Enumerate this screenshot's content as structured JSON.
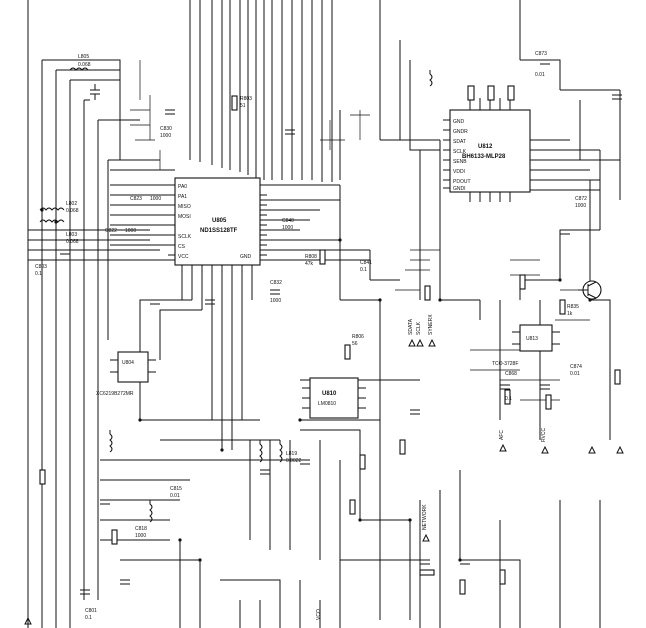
{
  "chips": {
    "u805": {
      "ref": "U805",
      "part": "ND1SS128TF"
    },
    "u812": {
      "ref": "U812",
      "part": "BH6133-MLP28"
    },
    "u810": {
      "ref": "U810",
      "part": "LM0810"
    },
    "u804": {
      "ref": "U804",
      "part": "XC6219B272MR"
    },
    "u813": {
      "ref": "U813",
      "part": "TCO-3728F"
    }
  },
  "pins_u805": [
    "PA0",
    "PA1",
    "MISO",
    "MOSI",
    "SCLK",
    "CS",
    "VCC",
    "GND"
  ],
  "pins_u812": [
    "GND",
    "GNDR",
    "SDAT",
    "SCLK",
    "SENB",
    "VDDI",
    "PDOUT",
    "GNDI"
  ],
  "passives": [
    {
      "ref": "C823",
      "value": "1000"
    },
    {
      "ref": "C822",
      "value": "1000"
    },
    {
      "ref": "C803",
      "value": "0.1"
    },
    {
      "ref": "C830",
      "value": "1000"
    },
    {
      "ref": "C832",
      "value": "1000"
    },
    {
      "ref": "C840",
      "value": "1000"
    },
    {
      "ref": "C841",
      "value": "0.1"
    },
    {
      "ref": "C815",
      "value": "0.01"
    },
    {
      "ref": "C818",
      "value": "1000"
    },
    {
      "ref": "C801",
      "value": "0.1"
    },
    {
      "ref": "C872",
      "value": "1000"
    },
    {
      "ref": "C873",
      "value": "0.01"
    },
    {
      "ref": "C868",
      "value": "0.1"
    },
    {
      "ref": "C874",
      "value": "0.01"
    },
    {
      "ref": "R803",
      "value": "51"
    },
    {
      "ref": "R806",
      "value": "56"
    },
    {
      "ref": "R808",
      "value": "47k"
    },
    {
      "ref": "R835",
      "value": "1k"
    },
    {
      "ref": "L802",
      "value": "0.068"
    },
    {
      "ref": "L803",
      "value": "0.068"
    },
    {
      "ref": "L805",
      "value": "0.068"
    },
    {
      "ref": "L819",
      "value": "0.0022"
    }
  ],
  "nets": [
    "SDATA",
    "SCLK",
    "SYNERX",
    "AFC",
    "RVCC",
    "NETWORK",
    "VCO"
  ]
}
